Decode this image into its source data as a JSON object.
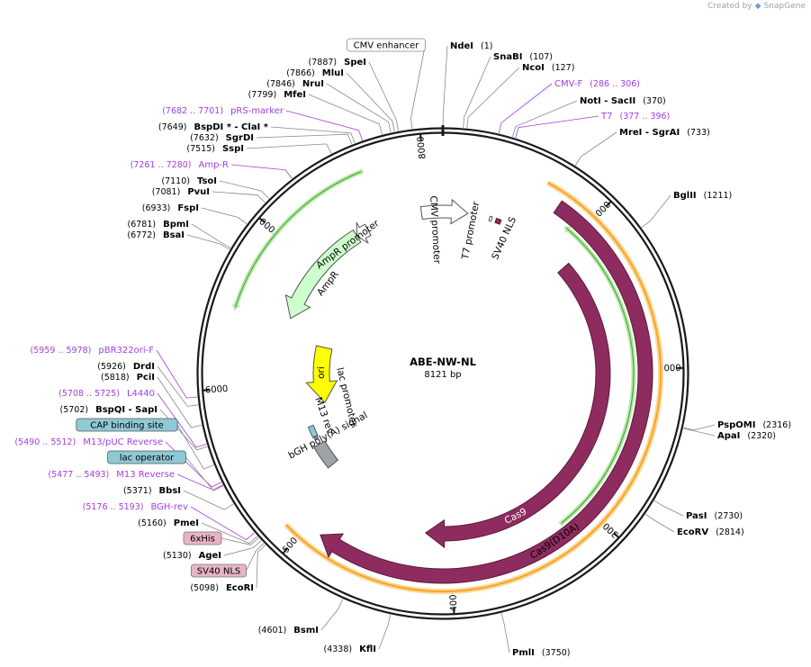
{
  "credit": {
    "prefix": "Created by",
    "brand": "SnapGene"
  },
  "plasmid": {
    "name": "ABE-NW-NL",
    "length_label": "8121 bp",
    "length": 8121
  },
  "ticks": [
    {
      "bp": 1000,
      "label": "1000"
    },
    {
      "bp": 2000,
      "label": "2000"
    },
    {
      "bp": 3000,
      "label": "3000"
    },
    {
      "bp": 4000,
      "label": "4000"
    },
    {
      "bp": 5000,
      "label": "5000"
    },
    {
      "bp": 6000,
      "label": "6000"
    },
    {
      "bp": 7000,
      "label": "7000"
    },
    {
      "bp": 8000,
      "label": "8000"
    }
  ],
  "enzymes": [
    {
      "name": "NdeI",
      "pos": "(1)",
      "bp": 1
    },
    {
      "name": "SnaBI",
      "pos": "(107)",
      "bp": 107
    },
    {
      "name": "NcoI",
      "pos": "(127)",
      "bp": 127
    },
    {
      "name": "NotI  - SacII",
      "pos": "(370)",
      "bp": 370
    },
    {
      "name": "MreI  - SgrAI",
      "pos": "(733)",
      "bp": 733
    },
    {
      "name": "BglII",
      "pos": "(1211)",
      "bp": 1211
    },
    {
      "name": "PspOMI",
      "pos": "(2316)",
      "bp": 2316
    },
    {
      "name": "ApaI",
      "pos": "(2320)",
      "bp": 2320
    },
    {
      "name": "PasI",
      "pos": "(2730)",
      "bp": 2730
    },
    {
      "name": "EcoRV",
      "pos": "(2814)",
      "bp": 2814
    },
    {
      "name": "PmlI",
      "pos": "(3750)",
      "bp": 3750
    },
    {
      "name": "KflI",
      "pos": "(4338)",
      "bp": 4338
    },
    {
      "name": "BsmI",
      "pos": "(4601)",
      "bp": 4601
    },
    {
      "name": "EcoRI",
      "pos": "(5098)",
      "bp": 5098
    },
    {
      "name": "AgeI",
      "pos": "(5130)",
      "bp": 5130
    },
    {
      "name": "PmeI",
      "pos": "(5160)",
      "bp": 5160
    },
    {
      "name": "BbsI",
      "pos": "(5371)",
      "bp": 5371
    },
    {
      "name": "BspQI  - SapI",
      "pos": "(5702)",
      "bp": 5702
    },
    {
      "name": "PciI",
      "pos": "(5818)",
      "bp": 5818
    },
    {
      "name": "DrdI",
      "pos": "(5926)",
      "bp": 5926
    },
    {
      "name": "BsaI",
      "pos": "(6772)",
      "bp": 6772
    },
    {
      "name": "BpmI",
      "pos": "(6781)",
      "bp": 6781
    },
    {
      "name": "FspI",
      "pos": "(6933)",
      "bp": 6933
    },
    {
      "name": "PvuI",
      "pos": "(7081)",
      "bp": 7081
    },
    {
      "name": "TsoI",
      "pos": "(7110)",
      "bp": 7110
    },
    {
      "name": "SspI",
      "pos": "(7515)",
      "bp": 7515
    },
    {
      "name": "SgrDI",
      "pos": "(7632)",
      "bp": 7632
    },
    {
      "name": "BspDI *  - ClaI *",
      "pos": "(7649)",
      "bp": 7649
    },
    {
      "name": "MfeI",
      "pos": "(7799)",
      "bp": 7799
    },
    {
      "name": "NruI",
      "pos": "(7846)",
      "bp": 7846
    },
    {
      "name": "MluI",
      "pos": "(7866)",
      "bp": 7866
    },
    {
      "name": "SpeI",
      "pos": "(7887)",
      "bp": 7887
    }
  ],
  "primers": [
    {
      "name": "CMV-F",
      "pos": "(286 .. 306)",
      "bp": 296
    },
    {
      "name": "T7",
      "pos": "(377 .. 396)",
      "bp": 386
    },
    {
      "name": "BGH-rev",
      "pos": "(5176 .. 5193)",
      "bp": 5184
    },
    {
      "name": "M13 Reverse",
      "pos": "(5477 .. 5493)",
      "bp": 5485
    },
    {
      "name": "M13/pUC Reverse",
      "pos": "(5490 .. 5512)",
      "bp": 5501
    },
    {
      "name": "L4440",
      "pos": "(5708 .. 5725)",
      "bp": 5716
    },
    {
      "name": "pBR322ori-F",
      "pos": "(5959 .. 5978)",
      "bp": 5968
    },
    {
      "name": "Amp-R",
      "pos": "(7261 .. 7280)",
      "bp": 7270
    },
    {
      "name": "pRS-marker",
      "pos": "(7682 .. 7701)",
      "bp": 7691
    }
  ],
  "boxed_features": [
    {
      "name": "CMV enhancer",
      "bp": 7960
    },
    {
      "name": "CAP binding site",
      "bp": 5600
    },
    {
      "name": "lac operator",
      "bp": 5480
    },
    {
      "name": "6xHis",
      "bp": 5150
    },
    {
      "name": "SV40 NLS",
      "bp": 5110
    }
  ],
  "features": [
    {
      "name": "CMV promoter",
      "start": 7950,
      "end": 200,
      "type": "promoter"
    },
    {
      "name": "T7 promoter",
      "start": 377,
      "end": 396,
      "type": "promoter"
    },
    {
      "name": "SV40 NLS",
      "start": 430,
      "end": 470,
      "type": "cds"
    },
    {
      "name": "Cas9(D10A)",
      "start": 780,
      "end": 4900,
      "type": "cds"
    },
    {
      "name": "Cas9",
      "start": 1100,
      "end": 4200,
      "type": "cds"
    },
    {
      "name": "bGH poly(A) signal",
      "start": 5200,
      "end": 5420,
      "type": "terminator"
    },
    {
      "name": "M13 rev",
      "start": 5475,
      "end": 5495,
      "type": "primer-bind"
    },
    {
      "name": "lac promoter",
      "start": 5500,
      "end": 5600,
      "type": "promoter"
    },
    {
      "name": "ori",
      "start": 5780,
      "end": 6370,
      "type": "origin"
    },
    {
      "name": "AmpR",
      "start": 6540,
      "end": 7400,
      "type": "cds"
    },
    {
      "name": "AmpR promoter",
      "start": 7400,
      "end": 7500,
      "type": "promoter"
    }
  ],
  "colors": {
    "backbone": "#1a1a1a",
    "cds": "#8e2c5f",
    "ampR": "#ccffcc",
    "ori": "#ffff00",
    "orf_orange": "#f5a623",
    "orf_green": "#3aa02a",
    "primer": "#a23ee0",
    "box_blue": "#8ec9d6",
    "box_pink": "#e7b4c6",
    "grey_feature": "#9ea3a8"
  }
}
